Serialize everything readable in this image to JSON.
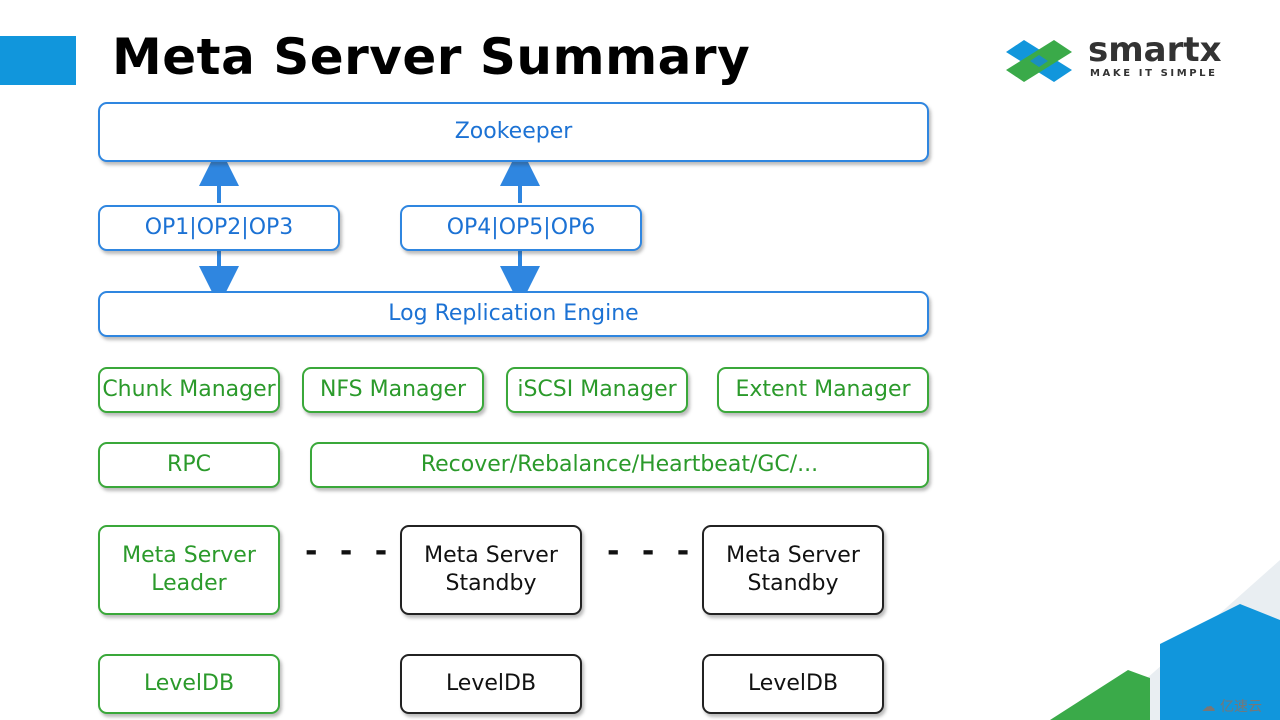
{
  "header": {
    "title": "Meta Server Summary"
  },
  "logo": {
    "brand": "smartx",
    "tagline": "MAKE IT SIMPLE",
    "colors": {
      "blue": "#1196dc",
      "green": "#3aaa49"
    }
  },
  "diagram": {
    "zookeeper": "Zookeeper",
    "op_group_1": "OP1|OP2|OP3",
    "op_group_2": "OP4|OP5|OP6",
    "log_engine": "Log Replication Engine",
    "managers": [
      "Chunk Manager",
      "NFS Manager",
      "iSCSI Manager",
      "Extent Manager"
    ],
    "rpc": "RPC",
    "services": "Recover/Rebalance/Heartbeat/GC/...",
    "nodes": [
      {
        "label": "Meta Server\nLeader",
        "db": "LevelDB",
        "role": "leader"
      },
      {
        "label": "Meta Server\nStandby",
        "db": "LevelDB",
        "role": "standby"
      },
      {
        "label": "Meta Server\nStandby",
        "db": "LevelDB",
        "role": "standby"
      }
    ],
    "ellipsis": "- - -",
    "colors": {
      "blue": "#1c72d4",
      "green": "#2b9a2b",
      "black": "#111111"
    }
  },
  "watermark": "亿速云"
}
